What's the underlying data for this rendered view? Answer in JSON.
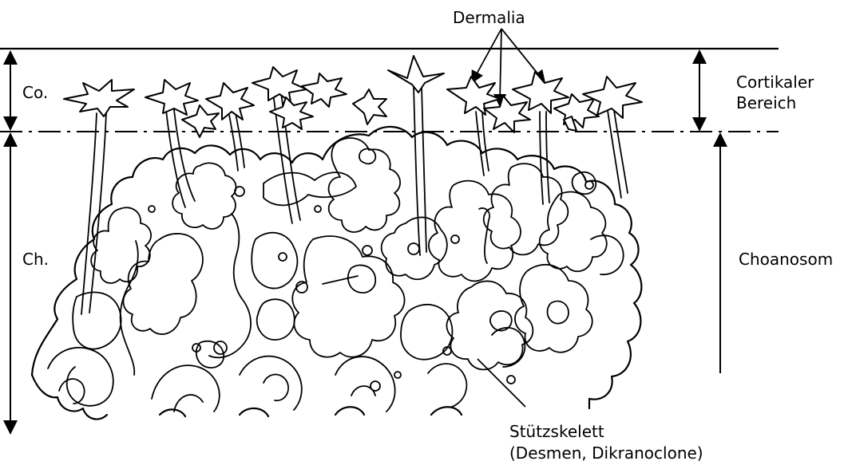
{
  "labels": {
    "dermalia": "Dermalia",
    "co": "Co.",
    "ch": "Ch.",
    "cortikaler_line1": "Cortikaler",
    "cortikaler_line2": "Bereich",
    "choanosom": "Choanosom",
    "stuetz_line1": "Stützskelett",
    "stuetz_line2": "(Desmen, Dikranoclone)"
  }
}
